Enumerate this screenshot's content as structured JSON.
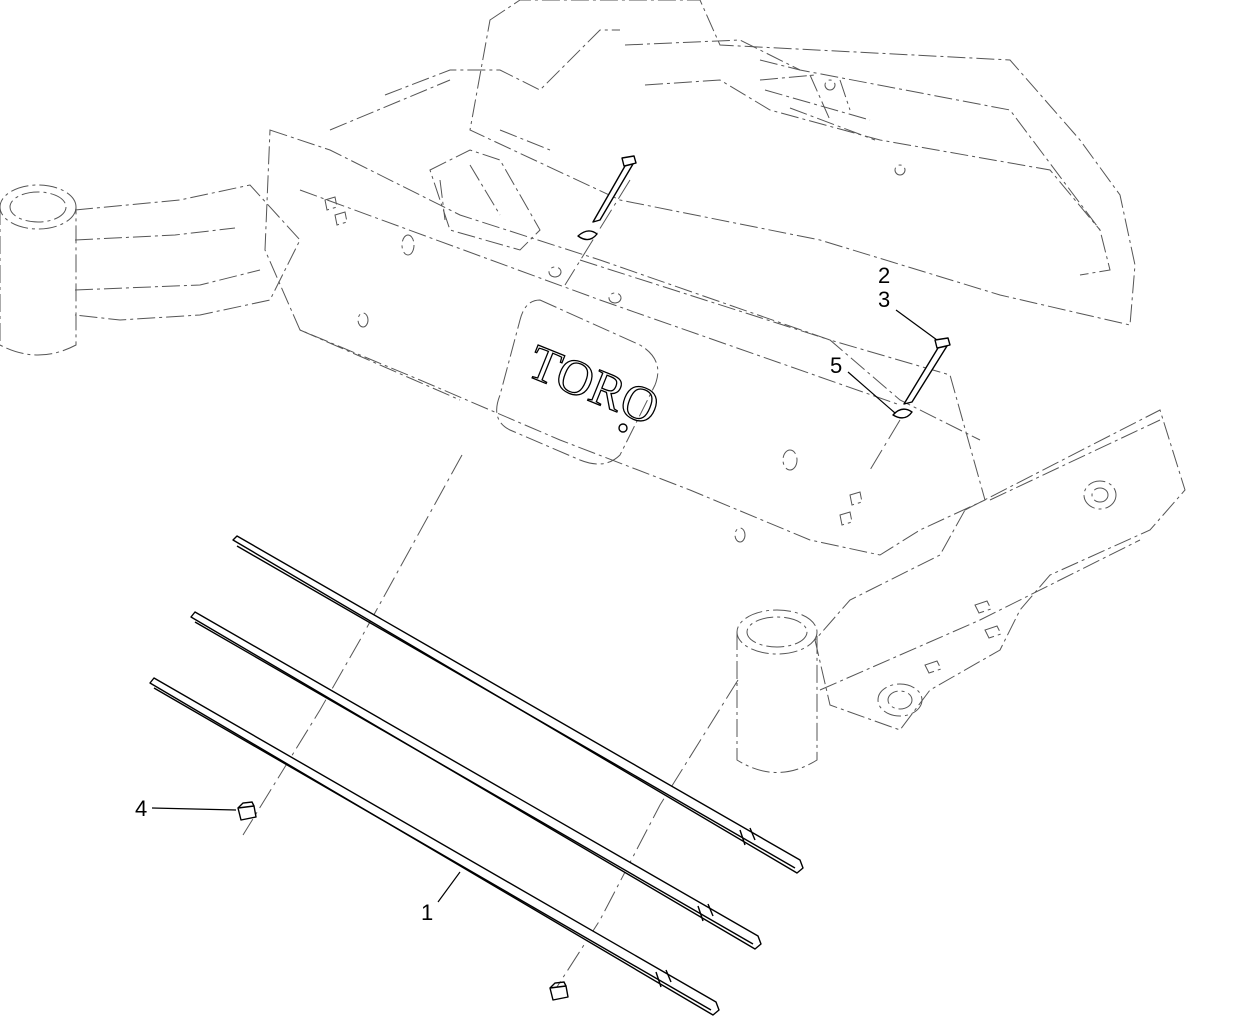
{
  "callouts": [
    {
      "id": "1",
      "label": "1"
    },
    {
      "id": "2",
      "label": "2"
    },
    {
      "id": "3",
      "label": "3"
    },
    {
      "id": "4",
      "label": "4"
    },
    {
      "id": "5",
      "label": "5"
    }
  ],
  "logo": {
    "text": "TORO"
  },
  "colors": {
    "line": "#000000",
    "background": "#ffffff"
  }
}
